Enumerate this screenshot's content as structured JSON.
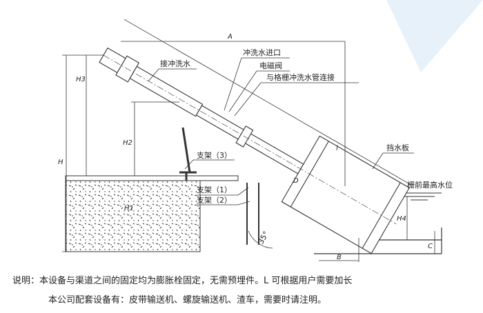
{
  "labels": {
    "flush_water": "接冲洗水",
    "flush_inlet": "冲洗水进口",
    "solenoid_valve": "电磁阀",
    "connect_pipe": "与格栅冲洗水管连接",
    "support_3": "支架（3）",
    "support_1": "支架（1）",
    "support_2": "支架（2）",
    "baffle": "挡水板",
    "max_water_level": "栅前最高水位",
    "angle": "35°"
  },
  "dimensions": {
    "A": "A",
    "H": "H",
    "H1": "H1",
    "H2": "H2",
    "H3": "H3",
    "H4": "H4",
    "B": "B",
    "C": "C",
    "D": "D",
    "L": "l"
  },
  "notes": {
    "line1": "说明：本设备与渠道之间的固定均为膨胀栓固定，无需预埋件。L 可根据用户需要加长",
    "line2": "本公司配套设备有：皮带输送机、螺旋输送机、渣车，需要时请注明。"
  },
  "colors": {
    "accent_triangle": "#e6f1fa",
    "line": "#333333"
  }
}
